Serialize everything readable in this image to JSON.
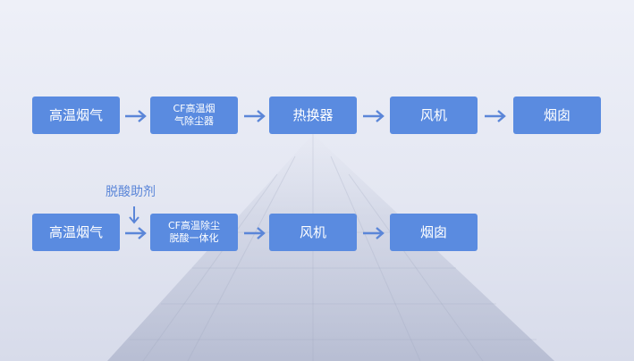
{
  "colors": {
    "box": "#5a8be0",
    "arrow": "#5b86d8",
    "text": "#ffffff"
  },
  "row1": {
    "step1": "高温烟气",
    "step2_line1": "CF高温烟",
    "step2_line2": "气除尘器",
    "step3": "热换器",
    "step4": "风机",
    "step5": "烟囱"
  },
  "row2": {
    "additive": "脱酸助剂",
    "step1": "高温烟气",
    "step2_line1": "CF高温除尘",
    "step2_line2": "脱酸一体化",
    "step3": "风机",
    "step4": "烟囱"
  }
}
